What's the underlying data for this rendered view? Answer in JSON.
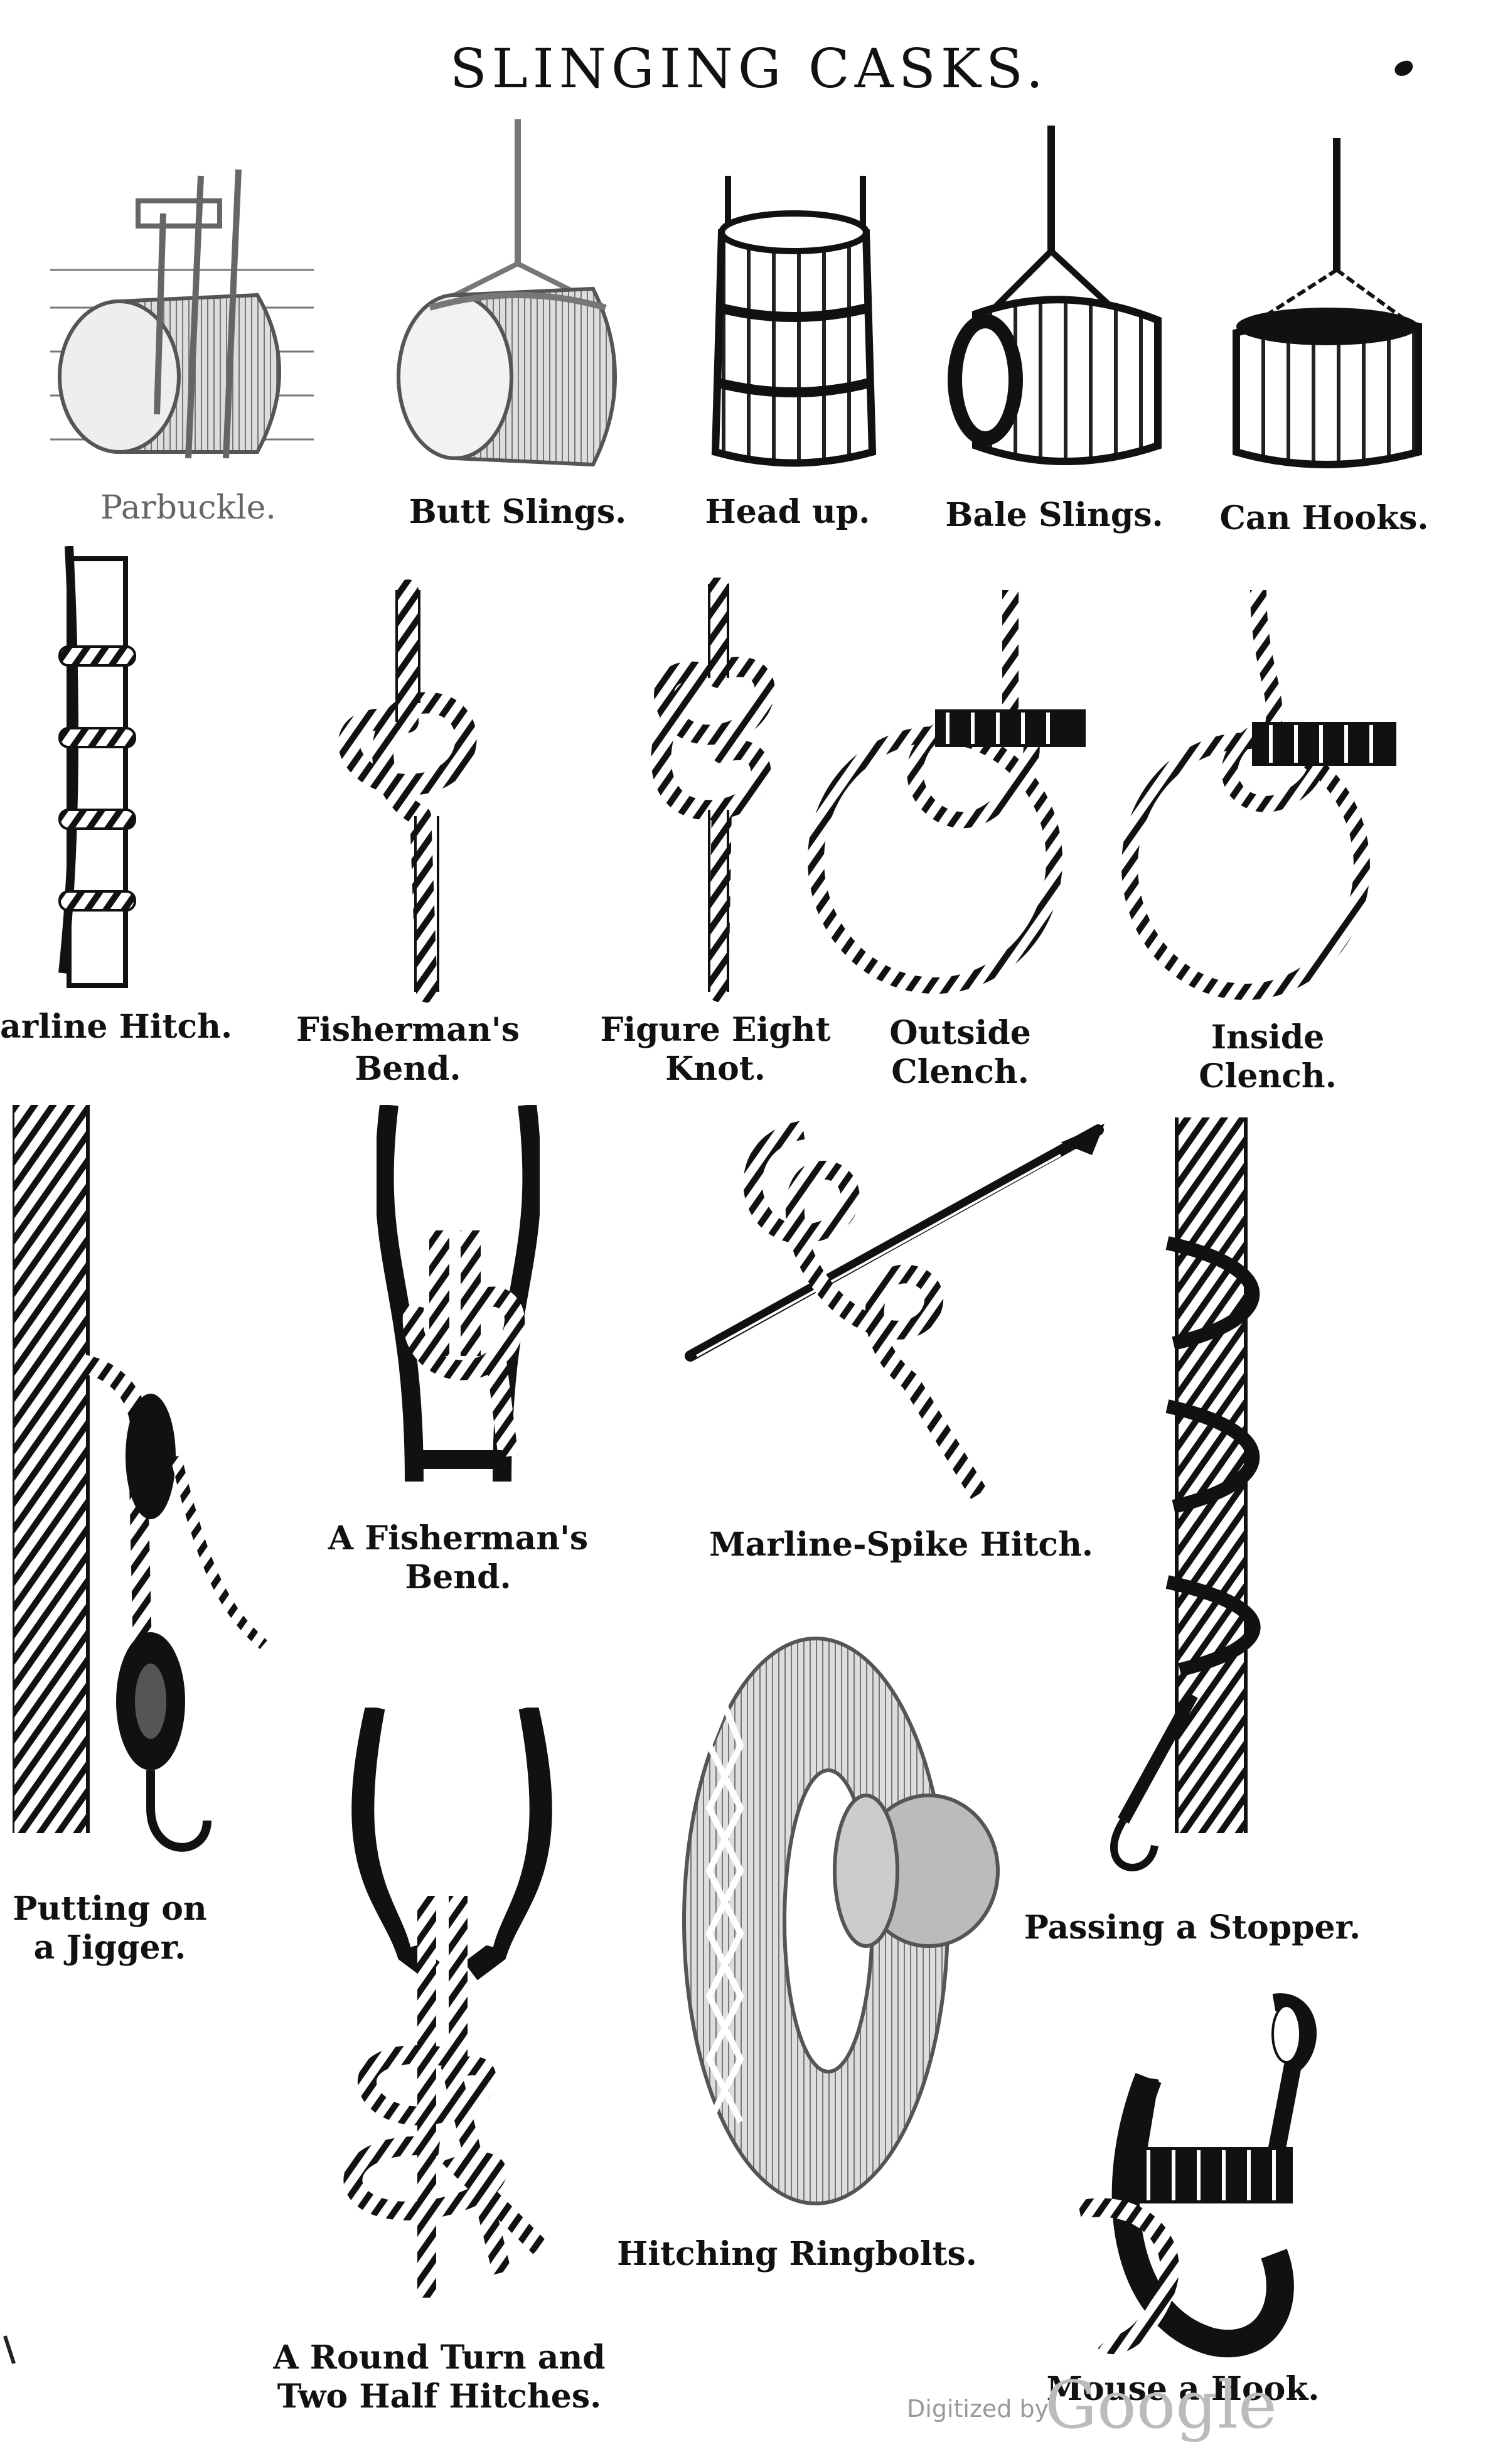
{
  "page": {
    "title": "SLINGING CASKS.",
    "watermark_prefix": "Digitized by",
    "watermark_brand": "Google"
  },
  "figures": [
    {
      "id": "parbuckle",
      "caption": "Parbuckle."
    },
    {
      "id": "butt-slings",
      "caption": "Butt Slings."
    },
    {
      "id": "head-up",
      "caption": "Head up."
    },
    {
      "id": "bale-slings",
      "caption": "Bale Slings."
    },
    {
      "id": "can-hooks",
      "caption": "Can Hooks."
    },
    {
      "id": "marline-hitch",
      "caption": "arline Hitch."
    },
    {
      "id": "fishermans-bend",
      "caption_lines": [
        "Fisherman's",
        "Bend."
      ]
    },
    {
      "id": "figure-eight-knot",
      "caption_lines": [
        "Figure Eight",
        "Knot."
      ]
    },
    {
      "id": "outside-clench",
      "caption_lines": [
        "Outside",
        "Clench."
      ]
    },
    {
      "id": "inside-clench",
      "caption_lines": [
        "Inside",
        "Clench."
      ]
    },
    {
      "id": "putting-on-a-jigger",
      "caption_lines": [
        "Putting on",
        "a Jigger."
      ]
    },
    {
      "id": "a-fishermans-bend",
      "caption_lines": [
        "A Fisherman's",
        "Bend."
      ]
    },
    {
      "id": "marline-spike-hitch",
      "caption": "Marline-Spike Hitch."
    },
    {
      "id": "passing-a-stopper",
      "caption": "Passing a Stopper."
    },
    {
      "id": "round-turn-two-half-hitches",
      "caption_lines": [
        "A Round Turn and",
        "Two Half Hitches."
      ]
    },
    {
      "id": "hitching-ringbolts",
      "caption": "Hitching Ringbolts."
    },
    {
      "id": "mouse-a-hook",
      "caption": "Mouse a Hook."
    }
  ]
}
